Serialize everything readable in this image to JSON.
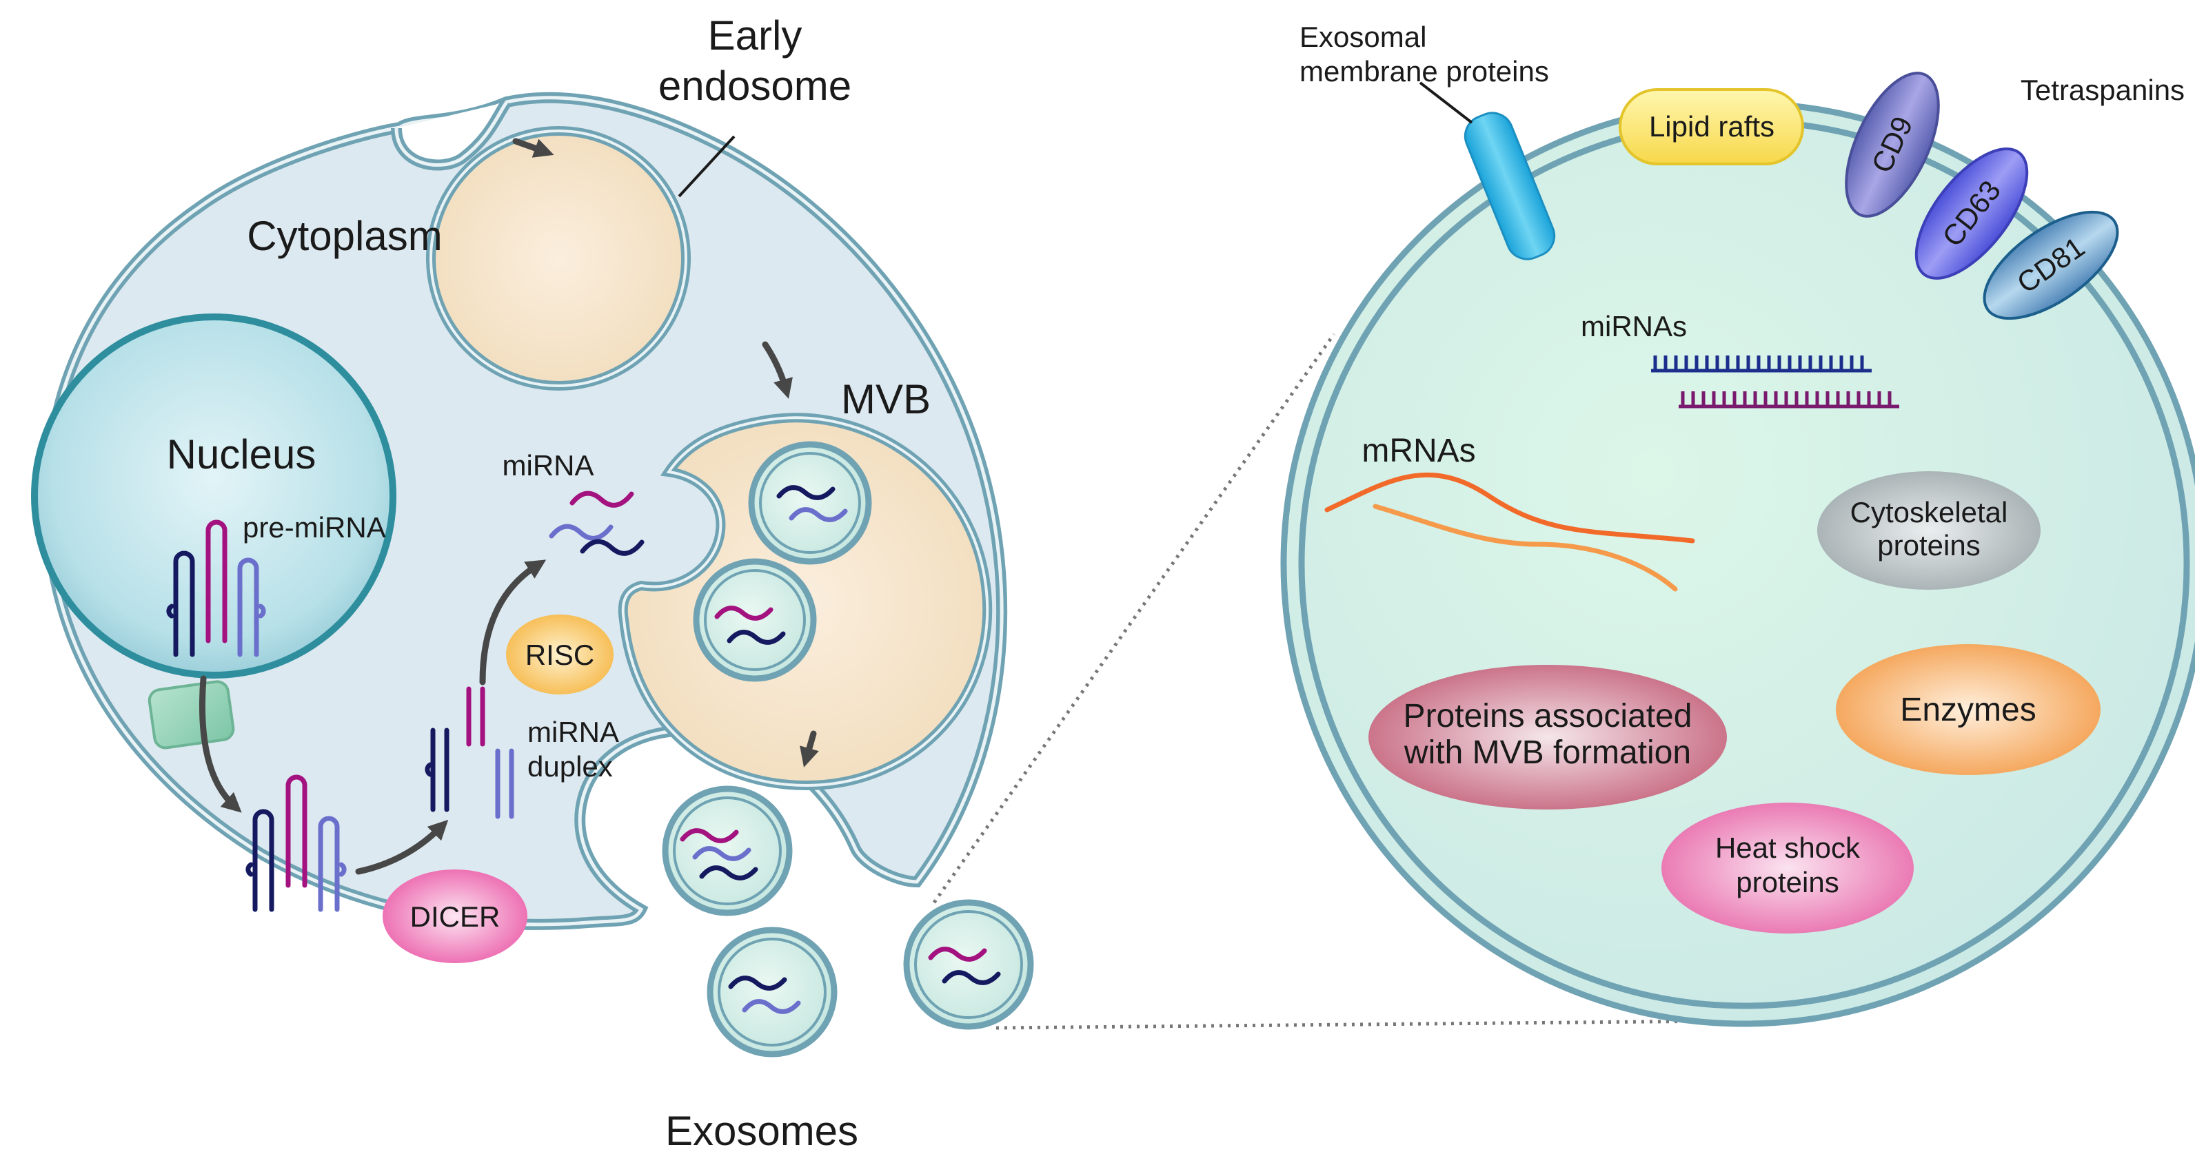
{
  "labels": {
    "early_endosome_line1": "Early",
    "early_endosome_line2": "endosome",
    "cytoplasm": "Cytoplasm",
    "nucleus": "Nucleus",
    "pre_mirna": "pre-miRNA",
    "mirna": "miRNA",
    "mvb": "MVB",
    "risc": "RISC",
    "mirna_duplex_line1": "miRNA",
    "mirna_duplex_line2": "duplex",
    "dicer": "DICER",
    "exosomes": "Exosomes"
  },
  "exosome_detail": {
    "membrane_proteins_line1": "Exosomal",
    "membrane_proteins_line2": "membrane proteins",
    "lipid_rafts": "Lipid rafts",
    "tetraspanins": "Tetraspanins",
    "cd9": "CD9",
    "cd63": "CD63",
    "cd81": "CD81",
    "mirnas": "miRNAs",
    "mrnas": "mRNAs",
    "cytoskeletal_line1": "Cytoskeletal",
    "cytoskeletal_line2": "proteins",
    "mvb_proteins_line1": "Proteins associated",
    "mvb_proteins_line2": "with MVB formation",
    "enzymes": "Enzymes",
    "heat_shock_line1": "Heat shock",
    "heat_shock_line2": "proteins"
  },
  "colors": {
    "membrane_stroke": "#6fa3b3",
    "cytoplasm_fill": "#dde9f0",
    "nucleus_fill": "#a9d9e3",
    "endosome_fill": "#f5e3c6",
    "vesicle_fill": "#d7efe8",
    "rna_dark": "#15195f",
    "rna_magenta": "#a3127f",
    "rna_purple": "#6a6fcc",
    "mrna_orange": "#f26a2a",
    "arrow": "#474747"
  }
}
